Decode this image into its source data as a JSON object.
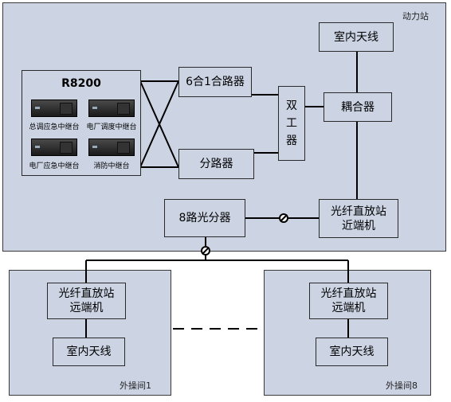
{
  "stations": {
    "power": {
      "label": "动力站"
    },
    "field1": {
      "label": "外操间1"
    },
    "field8": {
      "label": "外操间8"
    }
  },
  "r8200": {
    "title": "R8200",
    "repeaters": [
      {
        "label": "总调应急中继台"
      },
      {
        "label": "电厂调度中继台"
      },
      {
        "label": "电厂应急中继台"
      },
      {
        "label": "消防中继台"
      }
    ]
  },
  "boxes": {
    "combiner": "6合1合路器",
    "splitter": "分路器",
    "duplexer": [
      "双",
      "工",
      "器"
    ],
    "coupler": "耦合器",
    "indoor_antenna_top": "室内天线",
    "optical_splitter": "8路光分器",
    "fiber_near": [
      "光纤直放站",
      "近端机"
    ],
    "fiber_remote_1": [
      "光纤直放站",
      "远端机"
    ],
    "indoor_antenna_1": "室内天线",
    "fiber_remote_8": [
      "光纤直放站",
      "远端机"
    ],
    "indoor_antenna_8": "室内天线"
  },
  "colors": {
    "region_fill": "#ccd4e4",
    "line": "#000000"
  }
}
